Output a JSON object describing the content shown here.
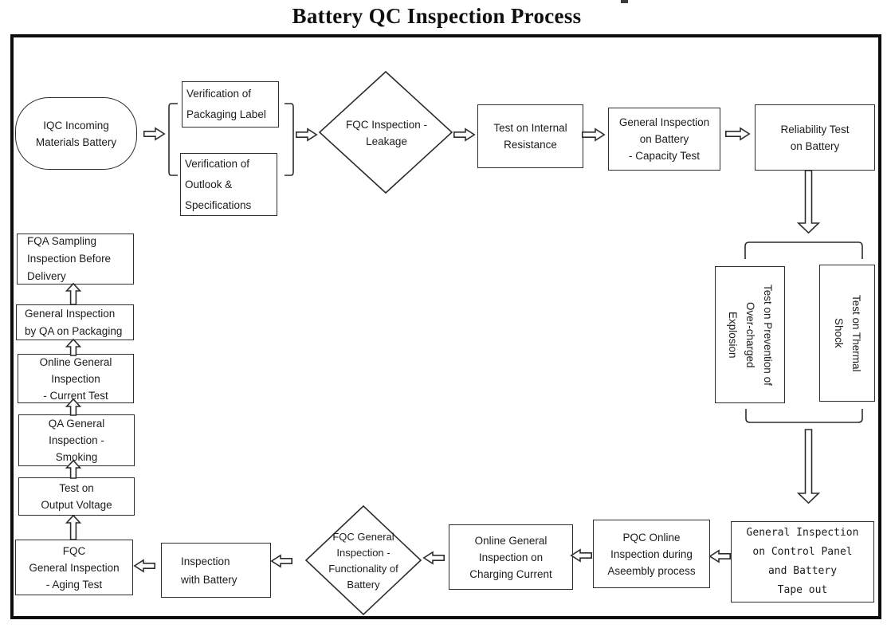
{
  "title": "Battery QC Inspection Process",
  "nodes": {
    "iqc_incoming": {
      "label": "IQC Incoming\nMaterials Battery"
    },
    "verification_packaging": {
      "label": "Verification of\nPackaging Label"
    },
    "verification_outlook": {
      "label": "Verification of\nOutlook &\nSpecifications"
    },
    "fqc_leakage": {
      "label": "FQC Inspection -\nLeakage"
    },
    "internal_resistance": {
      "label": "Test on Internal\nResistance"
    },
    "capacity_test": {
      "label": "General Inspection\non Battery\n- Capacity Test"
    },
    "reliability": {
      "label": "Reliability Test\non Battery"
    },
    "overcharged_explosion": {
      "label": "Test on Prevention of\nOver-charged\nExplosion"
    },
    "thermal_shock": {
      "label": "Test on Thermal\nShock"
    },
    "control_panel": {
      "label": "General Inspection\non Control Panel\nand Battery\nTape out"
    },
    "pqc_online": {
      "label": "PQC Online\nInspection during\nAseembly process"
    },
    "charging_current": {
      "label": "Online General\nInspection on\nCharging Current"
    },
    "fqc_functionality": {
      "label": "FQC General\nInspection -\nFunctionality of\nBattery"
    },
    "inspection_with_battery": {
      "label": "Inspection\nwith Battery"
    },
    "fqc_aging": {
      "label": "FQC\nGeneral Inspection\n- Aging Test"
    },
    "output_voltage": {
      "label": "Test on\nOutput Voltage"
    },
    "qa_smoking": {
      "label": "QA General\nInspection -\nSmoking"
    },
    "online_current_test": {
      "label": "Online General\nInspection\n- Current Test"
    },
    "qa_packaging": {
      "label": "General Inspection\nby QA on Packaging"
    },
    "fqa_sampling": {
      "label": "FQA Sampling\nInspection Before\nDelivery"
    }
  },
  "colors": {
    "line": "#2d2d2d",
    "border": "#0d0d0d",
    "background": "#ffffff"
  }
}
